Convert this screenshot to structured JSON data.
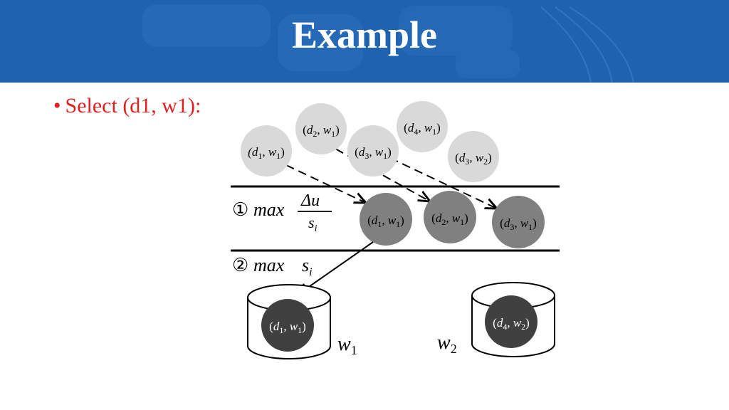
{
  "slide": {
    "title": "Example",
    "bullet_marker": "•",
    "bullet_text": "Select (d1, w1):"
  },
  "diagram": {
    "top_balls": [
      {
        "d": "d",
        "dsub": "1",
        "w": "w",
        "wsub": "1"
      },
      {
        "d": "d",
        "dsub": "2",
        "w": "w",
        "wsub": "1"
      },
      {
        "d": "d",
        "dsub": "3",
        "w": "w",
        "wsub": "1"
      },
      {
        "d": "d",
        "dsub": "4",
        "w": "w",
        "wsub": "1"
      },
      {
        "d": "d",
        "dsub": "3",
        "w": "w",
        "wsub": "2"
      }
    ],
    "band_balls": [
      {
        "d": "d",
        "dsub": "1",
        "w": "w",
        "wsub": "1"
      },
      {
        "d": "d",
        "dsub": "2",
        "w": "w",
        "wsub": "1"
      },
      {
        "d": "d",
        "dsub": "3",
        "w": "w",
        "wsub": "1"
      }
    ],
    "bin_balls": [
      {
        "d": "d",
        "dsub": "1",
        "w": "w",
        "wsub": "1"
      },
      {
        "d": "d",
        "dsub": "4",
        "w": "w",
        "wsub": "2"
      }
    ],
    "step1": {
      "marker": "①",
      "op": "max",
      "num_delta": "Δ",
      "num_var": "u",
      "den_var": "s",
      "den_sub": "i"
    },
    "step2": {
      "marker": "②",
      "op": "max",
      "var": "s",
      "sub": "i"
    },
    "bins": [
      {
        "var": "w",
        "sub": "1"
      },
      {
        "var": "w",
        "sub": "2"
      }
    ],
    "colors": {
      "header": "#1f62ad",
      "bullet": "#e02020",
      "top_ball": "#d9d9d9",
      "band_ball": "#808080",
      "bin_ball": "#404040"
    }
  }
}
